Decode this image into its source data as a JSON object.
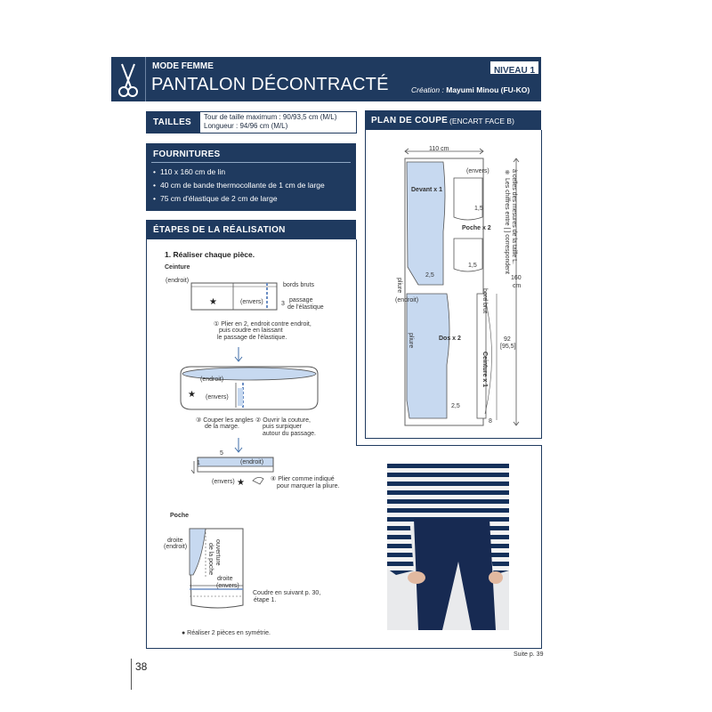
{
  "header": {
    "category": "MODE FEMME",
    "title": "PANTALON DÉCONTRACTÉ",
    "level": "NIVEAU 1",
    "creation_label": "Création :",
    "creation_name": "Mayumi Minou (FU-KO)"
  },
  "sizes": {
    "label": "TAILLES",
    "line1": "Tour de taille maximum : 90/93,5 cm (M/L)",
    "line2": "Longueur : 94/96 cm (M/L)"
  },
  "supplies": {
    "title": "FOURNITURES",
    "items": [
      "110 x 160 cm de lin",
      "40 cm de bande thermocollante de  1 cm de large",
      "75 cm d'élastique de 2 cm de large"
    ]
  },
  "steps": {
    "title": "ÉTAPES DE LA RÉALISATION",
    "step1": "1. Réaliser chaque pièce.",
    "belt_title": "Ceinture",
    "labels": {
      "endroit": "(endroit)",
      "envers": "(envers)",
      "bords_bruts": "bords bruts",
      "passage": "passage",
      "passage2": "de l'élastique",
      "num3": "3",
      "num5": "5",
      "num1": "1",
      "s1a": "① Plier en 2, endroit contre endroit,",
      "s1b": "puis coudre en laissant",
      "s1c": "le passage de l'élastique.",
      "s2a": "② Ouvrir la couture,",
      "s2b": "puis surpiquer",
      "s2c": "autour du passage.",
      "s3a": "③ Couper les angles",
      "s3b": "de la marge.",
      "s4a": "④ Plier comme indiqué",
      "s4b": "pour marquer la pliure."
    },
    "pocket_title": "Poche",
    "pocket_labels": {
      "droite1": "droite",
      "endroit": "(endroit)",
      "ouv1": "ouverture",
      "ouv2": "de la poche",
      "droite2": "droite",
      "envers": "(envers)",
      "coudre1": "Coudre en suivant p. 30,",
      "coudre2": "étape 1."
    },
    "symmetry_note": "● Réaliser 2 pièces en symétrie."
  },
  "cutting_plan": {
    "title": "PLAN DE COUPE",
    "subtitle": "(ENCART FACE B)",
    "width": "110 cm",
    "envers": "(envers)",
    "devant": "Devant x 1",
    "poche": "Poche x 2",
    "dos": "Dos x 2",
    "ceinture": "Ceinture x 1",
    "bord_brut": "bord brut",
    "pliure": "pliure",
    "m15a": "1,5",
    "m15b": "1,5",
    "m25a": "2,5",
    "m25b": "2,5",
    "m8": "8",
    "len_value": "160",
    "len_unit": "cm",
    "len92": "92",
    "len955": "[95,5]",
    "note1": "※ Les chiffres entre [ ] correspondent",
    "note2": "à celles des mesures de la taille L."
  },
  "footer": {
    "page_number": "38",
    "continuation": "Suite p. 39"
  }
}
